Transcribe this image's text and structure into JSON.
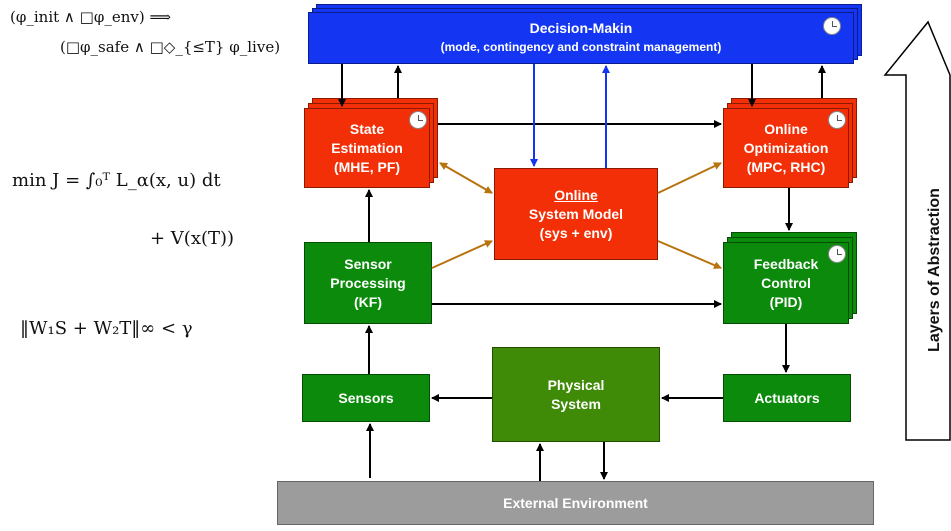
{
  "formulas": {
    "spec_line1": "(φ_init ∧ □φ_env) ⟹",
    "spec_line2": "(□φ_safe ∧ □◇_{≤T} φ_live)",
    "cost_line1": "min J = ∫₀ᵀ L_α(x, u) dt",
    "cost_line2": "+ V(x(T))",
    "hinf": "‖W₁S + W₂T‖∞ < γ"
  },
  "blocks": {
    "decision": {
      "title": "Decision-Makin",
      "subtitle": "(mode, contingency and constraint management)"
    },
    "state_estimation": {
      "line1": "State",
      "line2": "Estimation",
      "line3": "(MHE, PF)"
    },
    "online_optimization": {
      "line1": "Online",
      "line2": "Optimization",
      "line3": "(MPC, RHC)"
    },
    "system_model": {
      "line1": "Online",
      "line2": "System Model",
      "line3": "(sys + env)"
    },
    "sensor_processing": {
      "line1": "Sensor",
      "line2": "Processing",
      "line3": "(KF)"
    },
    "feedback_control": {
      "line1": "Feedback",
      "line2": "Control",
      "line3": "(PID)"
    },
    "sensors": {
      "label": "Sensors"
    },
    "physical_system": {
      "line1": "Physical",
      "line2": "System"
    },
    "actuators": {
      "label": "Actuators"
    },
    "external_environment": {
      "label": "External Environment"
    }
  },
  "side_label": "Layers of Abstraction",
  "colors": {
    "red": "#f22f06",
    "green": "#0b8a0b",
    "olive": "#3f8a06",
    "blue": "#1436f2",
    "gray": "#9c9c9c",
    "link_brown": "#b8730f",
    "link_blue": "#1436f2",
    "link_black": "#000000"
  },
  "icons": [
    "clock-icon",
    "up-arrow-icon"
  ]
}
